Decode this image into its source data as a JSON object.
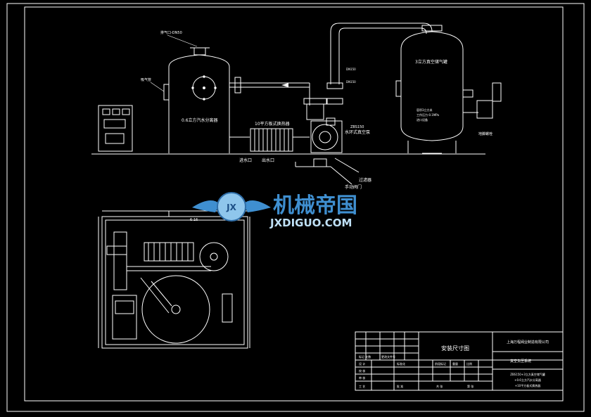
{
  "colors": {
    "background": "#000000",
    "line": "#ffffff",
    "watermark_blue": "#3f8fd0",
    "watermark_light": "#bfe0f6"
  },
  "top_view": {
    "separator_label": "0.6立方汽水分离器",
    "exhaust_label": "排气口-DN50",
    "fill_label": "吸气管",
    "heat_exchanger_label": "10平方板式换热器",
    "inlet_label": "进水口",
    "outlet_label": "出水口",
    "pump_label": "ZBS150",
    "pump_desc": "水环式真空泵",
    "filter_label": "过滤器",
    "manual_valve_label": "手动阀门",
    "tank_label": "3立方真空储气罐",
    "tank_note_1": "容积3立方米",
    "tank_note_2": "工作压力-0.1MPa",
    "tank_note_3": "进口设备",
    "right_label": "地脚螺栓",
    "plan_dim_label": "6-16"
  },
  "watermark": {
    "cn": "机械帝国",
    "en": "JXDIGUO.COM",
    "badge": "JX"
  },
  "title_block": {
    "company": "上海万程阀业制造有限公司",
    "drawing_title": "安装尺寸图",
    "system_name": "真空负压系统",
    "spec_line_1": "ZBS150+3立方真空储气罐",
    "spec_line_2": "+0.6立方汽水分离器",
    "spec_line_3": "+10平方板式换热器",
    "row_design": "设 计",
    "row_check": "校 核",
    "row_review": "审 核",
    "row_process": "工 艺",
    "col_std": "标准化",
    "col_approve": "批 准",
    "col_stage": "阶段标记",
    "col_weight": "重量",
    "col_scale": "比例",
    "col_total": "共 张",
    "col_sheet": "第 张",
    "col_mark": "标记 处数",
    "col_file": "更改文件号"
  }
}
